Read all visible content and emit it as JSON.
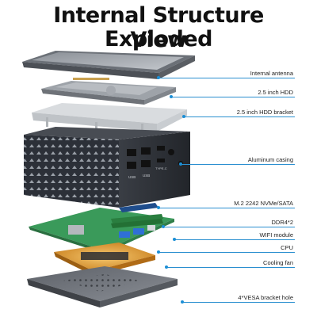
{
  "title": {
    "line1": "Internal Structure Exploded",
    "line2": "View"
  },
  "labels": [
    {
      "id": "internal-antenna",
      "text": "Internal antenna"
    },
    {
      "id": "hdd",
      "text": "2.5 inch HDD"
    },
    {
      "id": "hdd-bracket",
      "text": "2.5 inch HDD bracket"
    },
    {
      "id": "aluminum-casing",
      "text": "Aluminum casing"
    },
    {
      "id": "m2",
      "text": "M.2 2242 NVMe/SATA"
    },
    {
      "id": "ddr4",
      "text": "DDR4*2"
    },
    {
      "id": "wifi",
      "text": "WIFI  module"
    },
    {
      "id": "cpu",
      "text": "CPU"
    },
    {
      "id": "cooling-fan",
      "text": "Cooling  fan"
    },
    {
      "id": "vesa",
      "text": "4*VESA  bracket hole"
    }
  ],
  "casing": {
    "port_labels": [
      "USB",
      "USB",
      "TYPE-C"
    ]
  },
  "colors": {
    "leader": "#2a8fd0",
    "pcb": "#3a9a5a",
    "fan": "#e6a23c",
    "casing": "#2c3038",
    "usb": "#2f6fd6"
  }
}
